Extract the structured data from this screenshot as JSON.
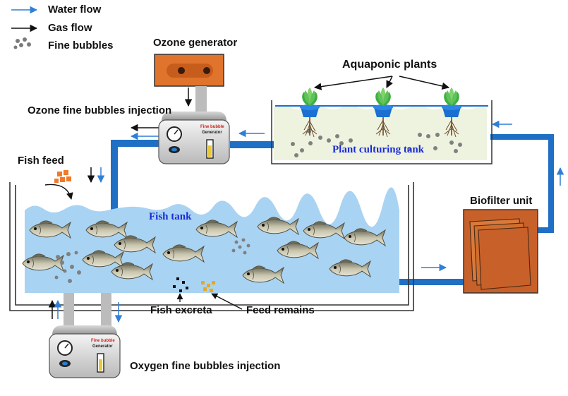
{
  "legend": {
    "water_flow": "Water flow",
    "gas_flow": "Gas flow",
    "fine_bubbles": "Fine bubbles"
  },
  "labels": {
    "ozone_generator": "Ozone generator",
    "ozone_injection": "Ozone fine bubbles injection",
    "aquaponic_plants": "Aquaponic plants",
    "plant_tank": "Plant culturing tank",
    "fish_feed": "Fish feed",
    "fish_tank": "Fish tank",
    "biofilter": "Biofilter unit",
    "fish_excreta": "Fish excreta",
    "feed_remains": "Feed remains",
    "oxygen_injection": "Oxygen fine bubbles injection"
  },
  "generator": {
    "line1": "Fine bubble",
    "line2": "Generator"
  },
  "colors": {
    "water_flow": "#2f7fd6",
    "gas_flow": "#111111",
    "water": "#a9d3f2",
    "pipe": "#1f6fc4",
    "ozone_generator": "#e0742c",
    "biofilter": "#c8602a",
    "plant_tank_water": "#eef3df",
    "label_blue": "#1a2bd6",
    "fish_feed": "#f07a2a",
    "feed_remains": "#e8a81f",
    "lettuce": "#4cb84a",
    "pot": "#1a6fd0"
  }
}
